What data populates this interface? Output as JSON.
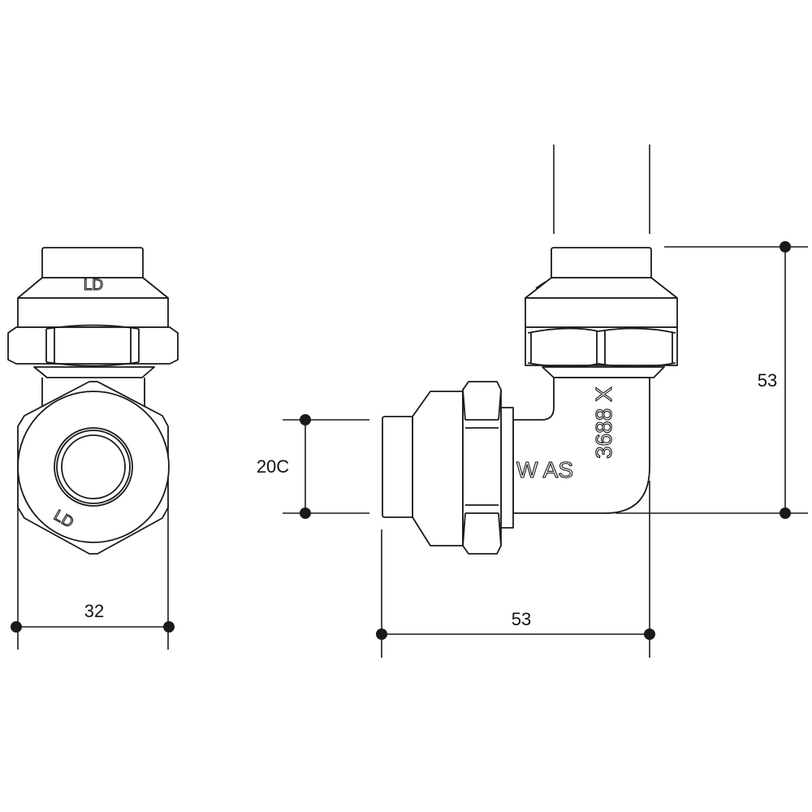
{
  "drawing": {
    "front_view": {
      "cap_marking": "LD",
      "body_marking": "LD",
      "width_dimension": "32"
    },
    "side_view": {
      "certification_marking": "W AS",
      "standard_marking": "3688 X",
      "height_dimension": "53",
      "length_dimension": "53",
      "pipe_size_dimension": "20C"
    },
    "line_color": "#1a1a1a"
  }
}
